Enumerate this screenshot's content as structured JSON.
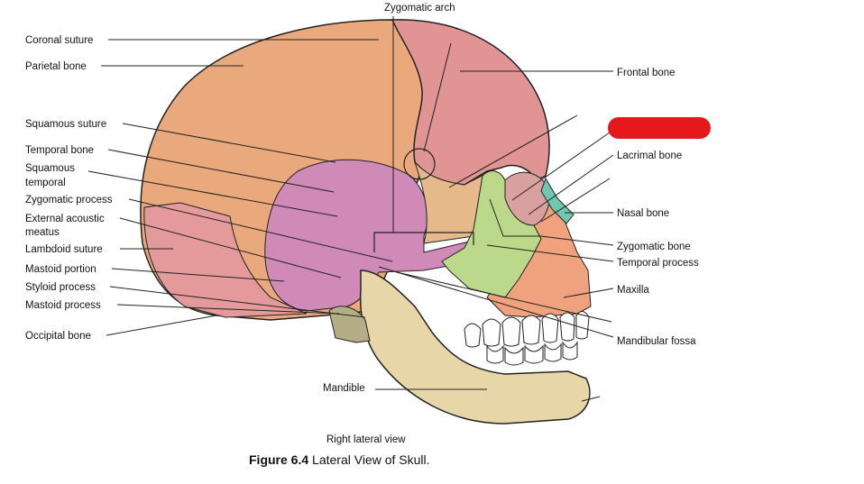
{
  "diagram": {
    "top_label": "Zygomatic arch",
    "left_labels": [
      "Coronal suture",
      "Parietal bone",
      "Squamous suture",
      "Temporal bone",
      "Squamous",
      "temporal",
      "Zygomatic process",
      "External acoustic",
      "meatus",
      "Lambdoid suture",
      "Mastoid portion",
      "Styloid process",
      "Mastoid process",
      "Occipital bone"
    ],
    "right_labels": [
      "Frontal bone",
      "Lacrimal bone",
      "Nasal bone",
      "Zygomatic bone",
      "Temporal process",
      "Maxilla",
      "Mandibular fossa"
    ],
    "bottom_label": "Mandible",
    "redaction_color": "#e5191c",
    "colors": {
      "parietal": "#eaa97c",
      "frontal": "#e19494",
      "temporal": "#cf8ab8",
      "occipital": "#e49a9a",
      "sphenoid": "#e6b98a",
      "zygomatic": "#bcd88a",
      "maxilla": "#efa27d",
      "nasal": "#6fc7b0",
      "mandible": "#e7d7a8",
      "teeth": "#ffffff"
    }
  },
  "view_label": "Right lateral view",
  "caption": {
    "figure_number": "Figure 6.4",
    "title": "Lateral View of Skull."
  }
}
